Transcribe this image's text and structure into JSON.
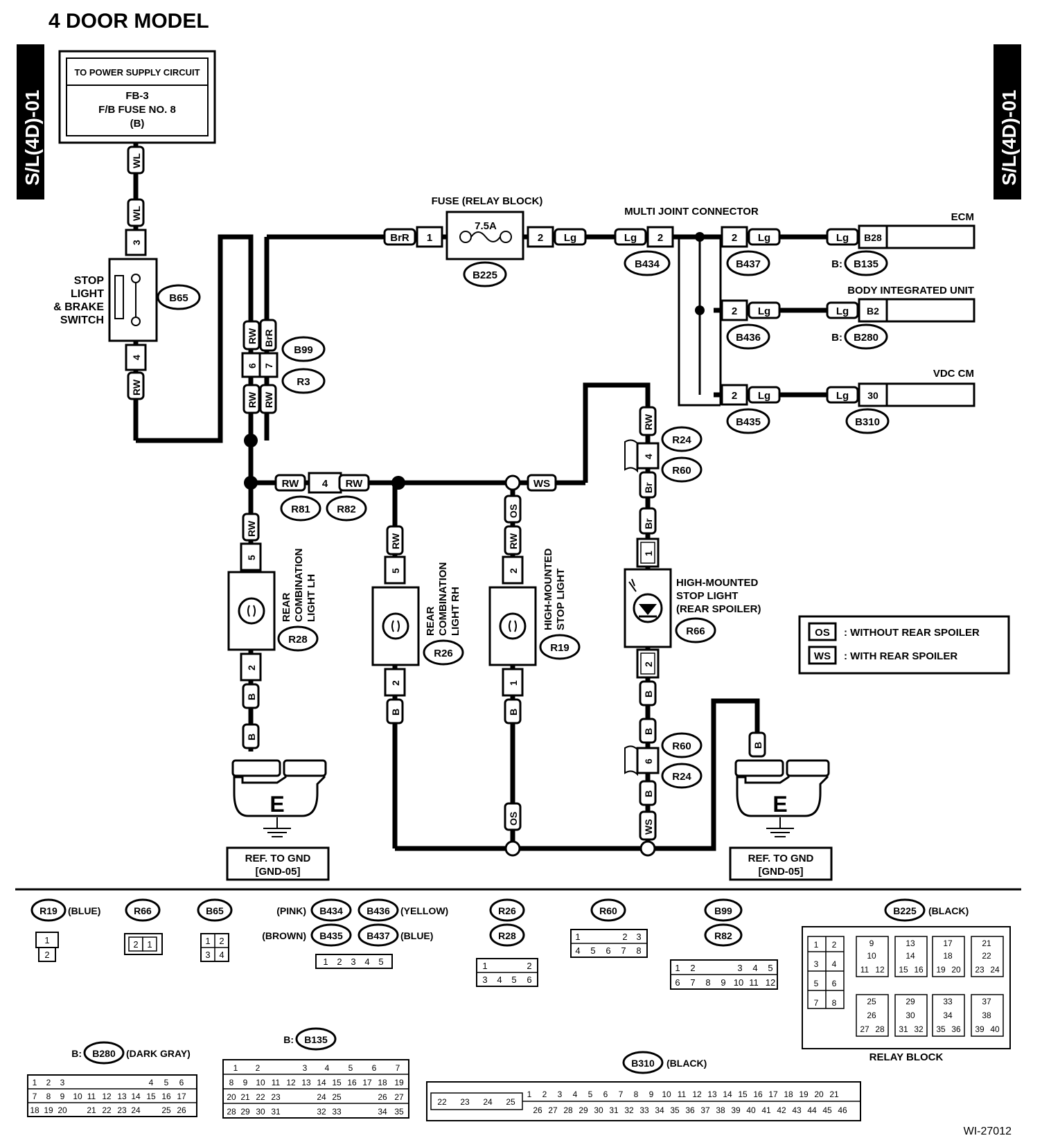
{
  "title": "4 DOOR MODEL",
  "side_tab": "S/L(4D)-01",
  "power_box": {
    "header": "TO POWER SUPPLY CIRCUIT",
    "line1": "FB-3",
    "line2": "F/B FUSE NO. 8",
    "line3": "(B)"
  },
  "fuse": {
    "label": "FUSE (RELAY BLOCK)",
    "rating": "7.5A",
    "connector": "B225"
  },
  "multi_joint_label": "MULTI JOINT CONNECTOR",
  "modules": {
    "ecm": "ECM",
    "biu": "BODY INTEGRATED UNIT",
    "vdc": "VDC CM"
  },
  "switch_label": {
    "line1": "STOP",
    "line2": "LIGHT",
    "line3": "& BRAKE",
    "line4": "SWITCH"
  },
  "lights": {
    "lh": {
      "line1": "REAR",
      "line2": "COMBINATION",
      "line3": "LIGHT LH"
    },
    "rh": {
      "line1": "REAR",
      "line2": "COMBINATION",
      "line3": "LIGHT RH"
    },
    "hm": {
      "line1": "HIGH-MOUNTED",
      "line2": "STOP LIGHT"
    },
    "hm_spoiler": {
      "line1": "HIGH-MOUNTED",
      "line2": "STOP LIGHT",
      "line3": "(REAR SPOILER)"
    }
  },
  "ground": {
    "symbol": "E",
    "line1": "REF. TO GND",
    "line2": "[GND-05]"
  },
  "legend": [
    {
      "code": "OS",
      "text": ": WITHOUT REAR SPOILER"
    },
    {
      "code": "WS",
      "text": ": WITH REAR SPOILER"
    }
  ],
  "wire_colors": {
    "wl": "WL",
    "rw": "RW",
    "brr": "BrR",
    "lg": "Lg",
    "b": "B",
    "br": "Br",
    "ws": "WS",
    "os": "OS"
  },
  "pins": {
    "p1": "1",
    "p2": "2",
    "p3": "3",
    "p4": "4",
    "p5": "5",
    "p6": "6",
    "p7": "7",
    "b28": "B28",
    "b2": "B2",
    "p30": "30"
  },
  "connectors": {
    "b65": "B65",
    "b99": "B99",
    "r3": "R3",
    "b225": "B225",
    "b434": "B434",
    "b437": "B437",
    "b436": "B436",
    "b435": "B435",
    "b135": "B135",
    "b280": "B280",
    "b310": "B310",
    "r24": "R24",
    "r60": "R60",
    "r81": "R81",
    "r82": "R82",
    "r28": "R28",
    "r26": "R26",
    "r19": "R19",
    "r66": "R66"
  },
  "module_prefix": "B:",
  "face_labels": {
    "r19": "(BLUE)",
    "b434": "(PINK)",
    "b436": "(YELLOW)",
    "b435": "(BROWN)",
    "b437": "(BLUE)",
    "b225": "(BLACK)",
    "b280": "(DARK GRAY)",
    "b310": "(BLACK)",
    "relay_block": "RELAY BLOCK"
  },
  "figure_id": "WI-27012"
}
